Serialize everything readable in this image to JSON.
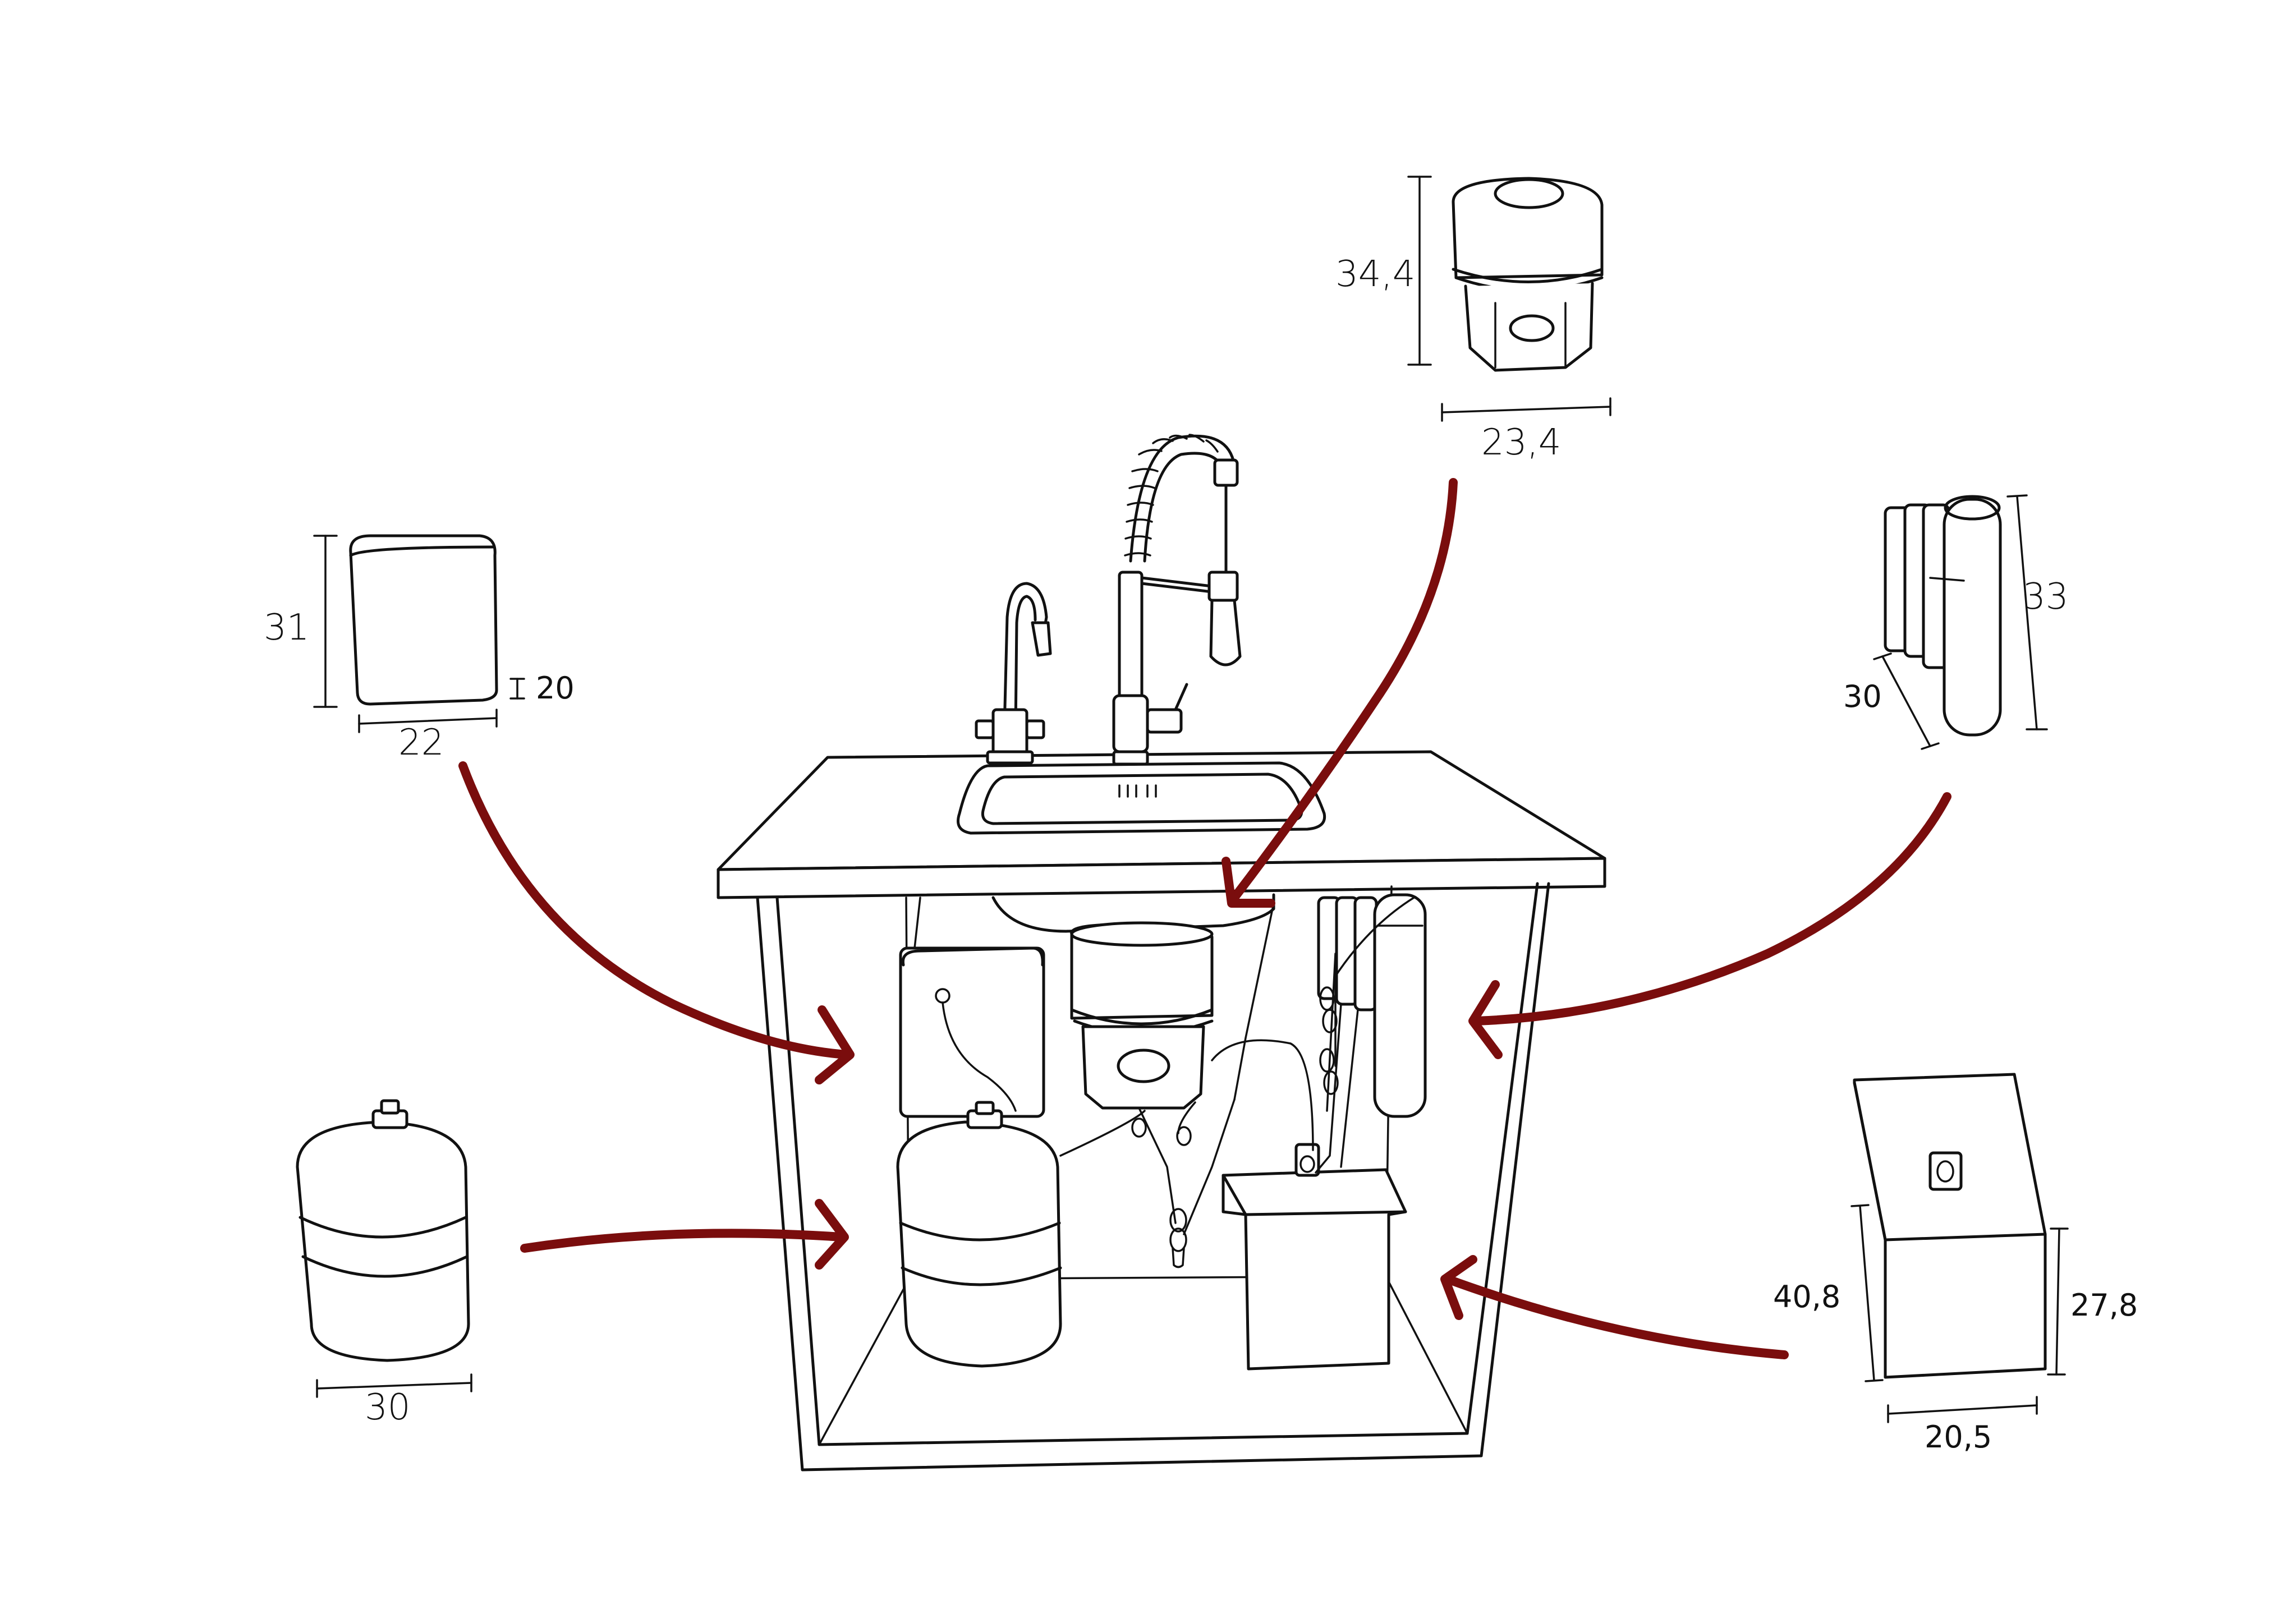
{
  "colors": {
    "ink": "#111111",
    "arrow": "#7a0d0d",
    "background": "#ffffff"
  },
  "dimensions": {
    "remineralizer": {
      "height": "31",
      "depth": "20",
      "width": "22"
    },
    "prefilter_housing": {
      "height": "34,4",
      "width": "23,4"
    },
    "filter_cartridges": {
      "height": "33",
      "depth": "30"
    },
    "storage_tank": {
      "width": "30"
    },
    "ro_unit": {
      "height_left": "40,8",
      "height_right": "27,8",
      "width": "20,5"
    }
  }
}
